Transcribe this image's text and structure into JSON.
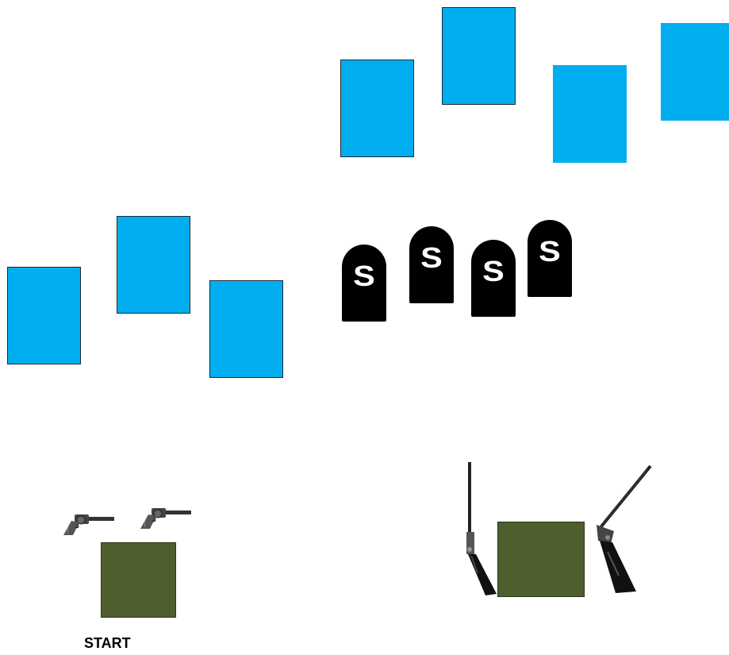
{
  "colors": {
    "card": "#00aeef",
    "tombstone": "#000000",
    "box": "#4e5e2d"
  },
  "cards_top": [
    {
      "id": "card-1"
    },
    {
      "id": "card-2"
    },
    {
      "id": "card-3"
    },
    {
      "id": "card-4"
    }
  ],
  "cards_mid": [
    {
      "id": "card-5"
    },
    {
      "id": "card-6"
    },
    {
      "id": "card-7"
    }
  ],
  "tombstones": [
    {
      "letter": "S"
    },
    {
      "letter": "S"
    },
    {
      "letter": "S"
    },
    {
      "letter": "S"
    }
  ],
  "start": {
    "label": "START"
  },
  "icons": {
    "pistol": "revolver-icon",
    "rifle": "rifle-icon",
    "shotgun": "shotgun-icon"
  }
}
